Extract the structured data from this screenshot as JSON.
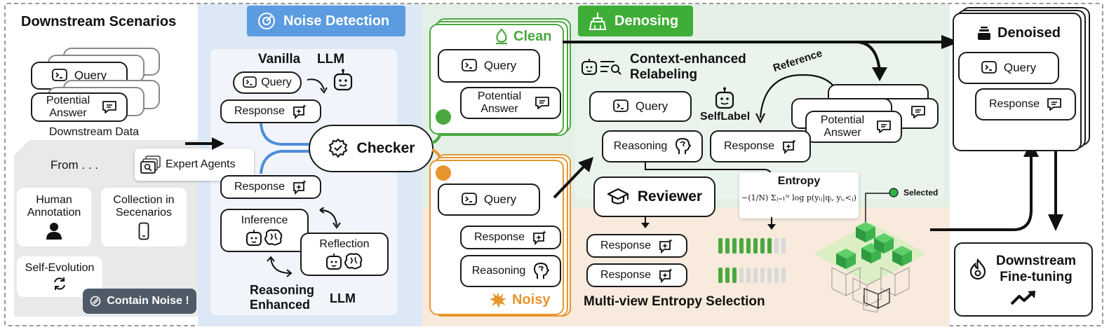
{
  "colors": {
    "noise_bg": "#dde8f6",
    "noise_title_bg": "#5b9be0",
    "denoise_title_bg": "#3fae37",
    "clean_green": "#4aa83f",
    "noisy_orange": "#e8952e",
    "denoise_bg_top": "#e4f0e6",
    "denoise_bg_bottom": "#f8eadc",
    "contain_noise_bg": "#4e5b67"
  },
  "scenarios": {
    "title": "Downstream Scenarios",
    "query": "Query",
    "potential_answer": "Potential Answer",
    "downstream_data": "Downstream Data",
    "from": "From . . .",
    "human_annotation": "Human Annotation",
    "collection": "Collection in Secenarios",
    "self_evolution": "Self-Evolution",
    "expert_agents": "Expert Agents",
    "contain_noise": "Contain Noise !"
  },
  "noise": {
    "title": "Noise Detection",
    "vanilla": "Vanilla",
    "llm": "LLM",
    "query": "Query",
    "response1": "Response",
    "response2": "Response",
    "checker": "Checker",
    "inference": "Inference",
    "reflection": "Reflection",
    "reasoning_enhanced": "Reasoning Enhanced",
    "llm2": "LLM"
  },
  "clean": {
    "title": "Clean",
    "query": "Query",
    "potential_answer": "Potential Answer"
  },
  "noisy": {
    "title": "Noisy",
    "query": "Query",
    "response": "Response",
    "reasoning": "Reasoning"
  },
  "denoise": {
    "title": "Denosing",
    "context_title": "Context-enhanced Relabeling",
    "query": "Query",
    "selflabel": "SelfLabel",
    "reference": "Reference",
    "potential_answer": "Potential Answer",
    "reasoning": "Reasoning",
    "response": "Response",
    "reviewer": "Reviewer",
    "entropy_title": "Entropy",
    "entropy_formula": "−(1/N) Σⱼ₌₁ᴺ log p(yᵢⱼ|qᵢ, yᵢ,<ⱼ)",
    "response_a": "Response",
    "response_b": "Response",
    "selected": "Selected",
    "multi_view": "Multi-view Entropy Selection",
    "bar_a_filled": 8,
    "bar_b_filled": 3,
    "bar_total": 10
  },
  "output": {
    "denoised": "Denoised",
    "query": "Query",
    "response": "Response",
    "finetune": "Downstream Fine-tuning"
  }
}
